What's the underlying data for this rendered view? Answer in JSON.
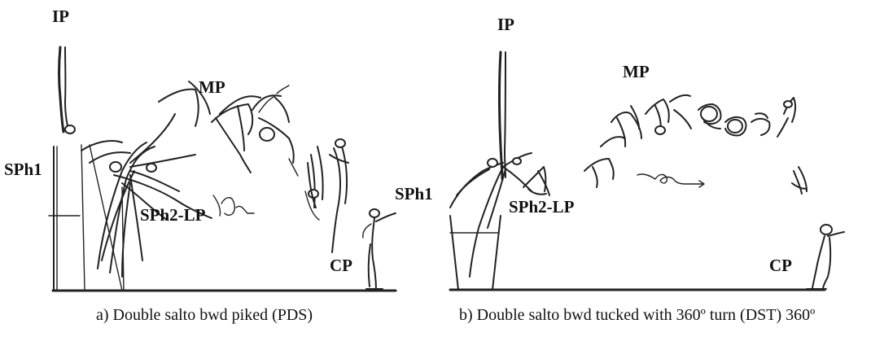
{
  "panel_a": {
    "labels": {
      "ip": "IP",
      "mp": "MP",
      "sph1": "SPh1",
      "sph2_lp": "SPh2-LP",
      "cp": "CP"
    },
    "caption": "a) Double salto bwd piked (PDS)"
  },
  "panel_b": {
    "labels": {
      "ip": "IP",
      "mp": "MP",
      "sph1": "SPh1",
      "sph2_lp": "SPh2-LP",
      "cp": "CP"
    },
    "caption": "b) Double salto bwd tucked with 360º turn (DST) 360º"
  }
}
